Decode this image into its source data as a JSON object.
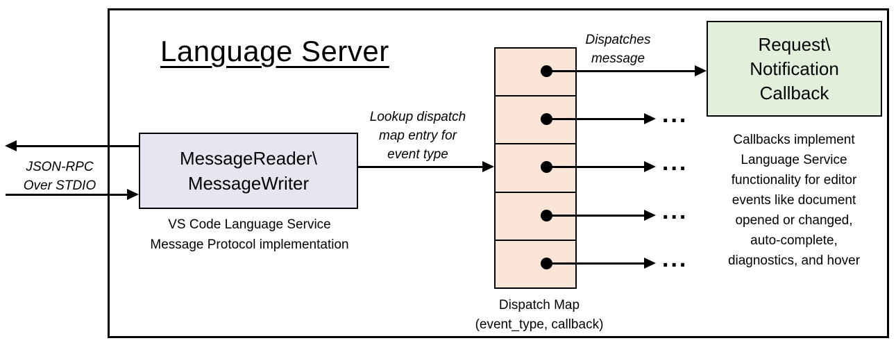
{
  "title": "Language Server",
  "left_io": {
    "label": "JSON-RPC\nOver STDIO"
  },
  "message_box": {
    "label": "MessageReader\\\nMessageWriter",
    "caption": "VS Code Language Service\nMessage Protocol implementation"
  },
  "lookup_arrow": {
    "label": "Lookup dispatch\nmap entry for\nevent type"
  },
  "dispatch_map": {
    "caption": "Dispatch Map\n(event_type, callback)",
    "cell_count": 5
  },
  "dispatch_arrow": {
    "label": "Dispatches\nmessage"
  },
  "callback_box": {
    "label": "Request\\\nNotification\nCallback",
    "caption": "Callbacks implement\nLanguage Service\nfunctionality for editor\nevents like document\nopened or changed,\nauto-complete,\ndiagnostics, and hover"
  },
  "ellipsis": "...",
  "colors": {
    "message_box_fill": "#e7e6f0",
    "dispatch_cell_fill": "#fbe5d6",
    "callback_box_fill": "#e2efda",
    "border": "#000000"
  }
}
